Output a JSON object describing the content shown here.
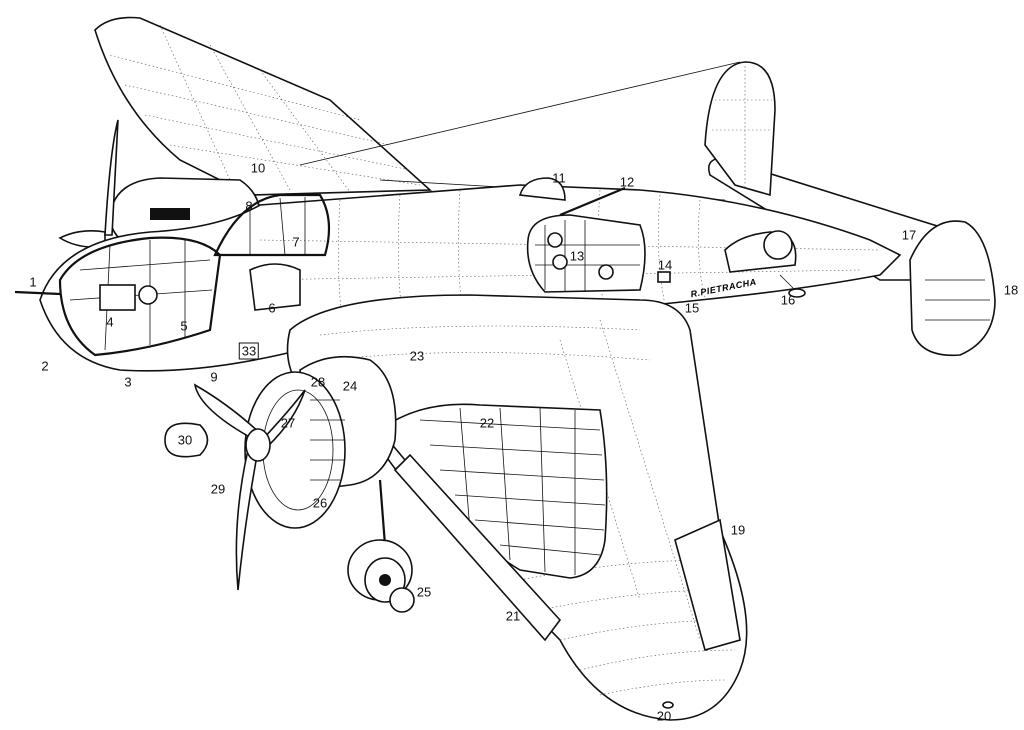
{
  "diagram": {
    "signature": "R.PIETRACHA",
    "callouts": [
      "1",
      "2",
      "3",
      "4",
      "5",
      "6",
      "7",
      "8",
      "9",
      "10",
      "11",
      "12",
      "13",
      "14",
      "15",
      "16",
      "17",
      "18",
      "19",
      "20",
      "21",
      "22",
      "23",
      "24",
      "25",
      "26",
      "27",
      "28",
      "29",
      "30",
      "33"
    ]
  }
}
